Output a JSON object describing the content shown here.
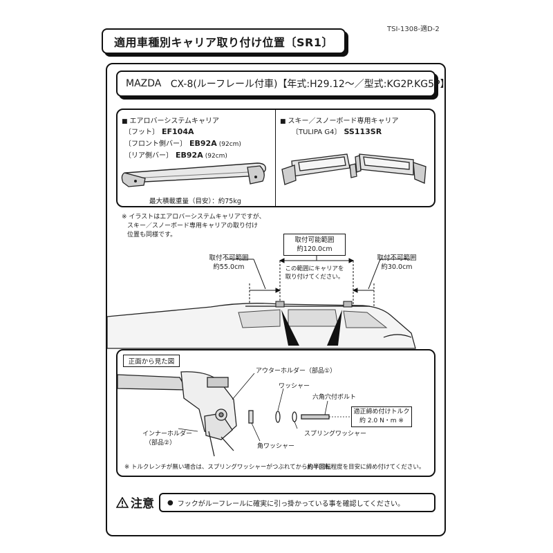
{
  "doc_code": "TSI-1308-適D-2",
  "title": "適用車種別キャリア取り付け位置〔SR1〕",
  "model": {
    "make": "MAZDA",
    "name": "CX-8(ルーフレール付車)",
    "year": "【年式:H29.12～",
    "type": "／型式:KG2P.KG5P】"
  },
  "aero": {
    "heading": "エアロバーシステムキャリア",
    "specs": [
      {
        "label": "〔フット〕",
        "value": "EF104A",
        "note": ""
      },
      {
        "label": "〔フロント側バー〕",
        "value": "EB92A",
        "note": "(92cm)"
      },
      {
        "label": "〔リア側バー〕",
        "value": "EB92A",
        "note": "(92cm)"
      }
    ],
    "max_load": "最大積載重量（目安）：約75kg"
  },
  "ski": {
    "heading": "スキー／スノーボード専用キャリア",
    "spec_label": "〔TULIPA G4〕",
    "spec_value": "SS113SR"
  },
  "note": [
    "※ イラストはエアロバーシステムキャリアですが、",
    "スキー／スノーボード専用キャリアの取り付け",
    "位置も同様です。"
  ],
  "range": {
    "possible_label": "取付可能範囲",
    "possible_value": "約120.0cm",
    "front_label": "取付不可範囲",
    "front_value": "約55.0cm",
    "rear_label": "取付不可範囲",
    "rear_value": "約30.0cm",
    "instruction_1": "この範囲にキャリアを",
    "instruction_2": "取り付けてください。"
  },
  "front_view": {
    "tag": "正面から見た図",
    "outer_holder": "アウターホルダー（部品①）",
    "washer": "ワッシャー",
    "bolt": "六角穴付ボルト",
    "torque_1": "適正締め付けトルク",
    "torque_2": "約 2.0 N・m ※",
    "inner_holder_1": "インナーホルダー",
    "inner_holder_2": "（部品②）",
    "spring_washer": "スプリングワッシャー",
    "square_washer": "角ワッシャー",
    "note_pre": "※ トルクレンチが無い場合は、スプリングワッシャーがつぶれてから",
    "note_bold": "約半回転",
    "note_post": "程度を目安に締め付けてください。"
  },
  "caution": {
    "label": "注意",
    "text": "フックがルーフレールに確実に引っ掛かっている事を確認してください。"
  }
}
